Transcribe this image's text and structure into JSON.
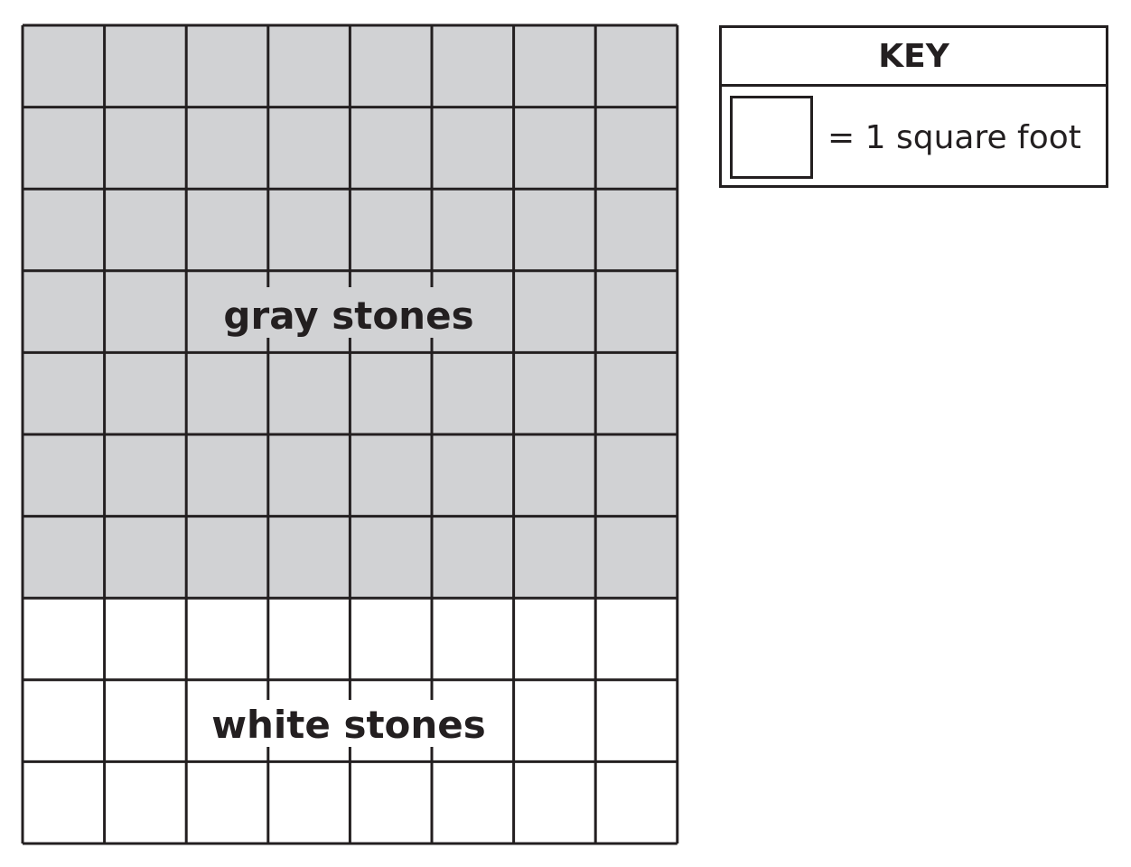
{
  "diagram": {
    "columns": 8,
    "gray_rows": 7,
    "white_rows": 3,
    "gray_label": "gray stones",
    "white_label": "white stones",
    "gray_color": "#d1d2d4",
    "white_color": "#ffffff",
    "line_color": "#231f20"
  },
  "key": {
    "title": "KEY",
    "unit_text": "= 1 square foot"
  }
}
